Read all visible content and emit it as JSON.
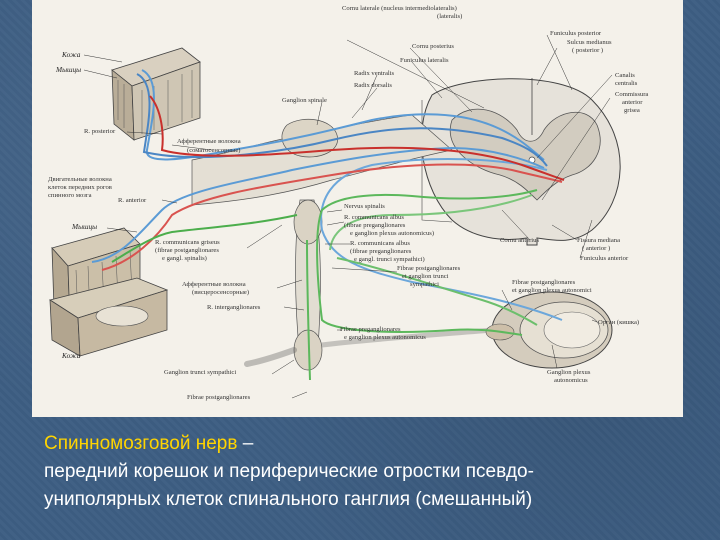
{
  "caption": {
    "title": "Спинномозговой нерв",
    "dash": " –",
    "line2": "передний корешок и периферические отростки псевдо-",
    "line3": "униполярных клеток спинального ганглия (смешанный)"
  },
  "diagram": {
    "labels": {
      "koza_top": "Кожа",
      "myshtsy_top": "Мышцы",
      "r_posterior": "R. posterior",
      "afferent1": "Афферентные волокна",
      "afferent1b": "(соматосенсорные)",
      "motor1": "Двигательные волокна",
      "motor2": "клеток передних рогов",
      "motor3": "спинного мозга",
      "r_anterior": "R. anterior",
      "myshtsy_mid": "Мышцы",
      "comm_griseus": "R. communicans griseus",
      "comm_griseus2": "(fibrae postganglionares",
      "comm_griseus3": "e gangl. spinalis)",
      "afferent2": "Афферентные волокна",
      "afferent2b": "(висцеросенсорные)",
      "r_interganglionares": "R. interganglionares",
      "koza_bottom": "Кожа",
      "ganglion_trunci": "Ganglion trunci sympathici",
      "fibrae_postgang_bottom": "Fibrae postganglionares",
      "fibrae_pregang": "Fibrae preganglionares",
      "fibrae_pregang2": "e ganglion plexus autonomicus",
      "cornu_laterale": "Cornu laterale (nucleus intermediolateralis)",
      "cornu_laterale2": "(lateralis)",
      "cornu_posterius": "Cornu posterius",
      "funiculus_lateralis": "Funiculus lateralis",
      "radix_ventralis": "Radix ventralis",
      "radix_dorsalis": "Radix dorsalis",
      "ganglion_spinale": "Ganglion spinale",
      "funiculus_posterior": "Funiculus posterior",
      "sulcus_medianus": "Sulcus medianus",
      "sulcus_medianus2": "( posterior )",
      "canalis": "Canalis",
      "centralis": "centralis",
      "commissura": "Commissura",
      "commissura2": "anterior",
      "commissura3": "grisea",
      "nervus_spinalis": "Nervus spinalis",
      "comm_albus": "R. communicans albus",
      "comm_albus2": "(fibrae preganglionares",
      "comm_albus3": "e ganglion plexus autonomicus)",
      "comm_albus_b": "R. communicans albus",
      "comm_albus_b2": "(fibrae preganglionares",
      "comm_albus_b3": "e gangl. trunci sympathici)",
      "fibrae_postgang_mid": "Fibrae postganglionares",
      "fibrae_postgang_mid2": "et ganglion trunci",
      "fibrae_postgang_mid3": "sympathici",
      "fibrae_postgang_right": "Fibrae postganglionares",
      "fibrae_postgang_right2": "et ganglion plexus autonomici",
      "cornu_anterius": "Cornu anterius",
      "fissura_mediana": "Fissura mediana",
      "fissura_mediana2": "( anterior )",
      "funiculus_anterior": "Funiculus anterior",
      "organ": "Орган (кишка)",
      "ganglion_plexus": "Ganglion plexus",
      "ganglion_plexus2": "autonomicus"
    }
  }
}
